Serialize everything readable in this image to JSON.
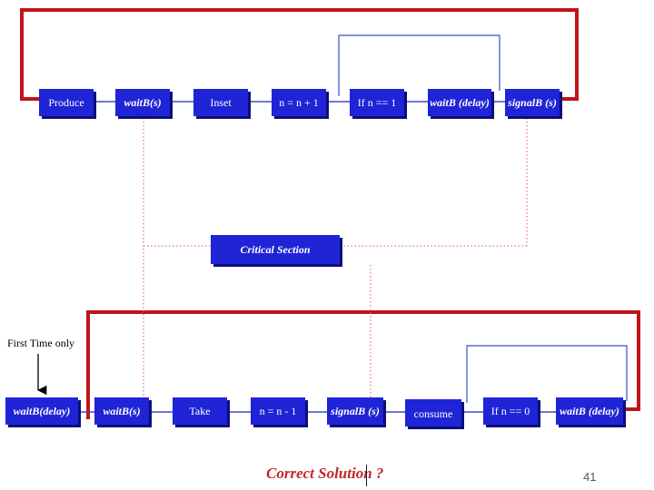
{
  "colors": {
    "node_fill": "#1f24d6",
    "node_shadow": "#0b0f7a",
    "loop_red": "#c0141a",
    "connector_blue": "#3b4cc7",
    "dotted_red": "#d85a5a",
    "caption_red": "#c0282c"
  },
  "producer": {
    "nodes": [
      {
        "label": "Produce",
        "italic": false
      },
      {
        "label": "waitB(s)",
        "italic": true
      },
      {
        "label": "Inset",
        "italic": false
      },
      {
        "label": "n = n + 1",
        "italic": false
      },
      {
        "label": "If n == 1",
        "italic": false
      },
      {
        "label": "waitB (delay)",
        "italic": true
      },
      {
        "label": "signalB (s)",
        "italic": true
      }
    ]
  },
  "critical": {
    "label": "Critical Section"
  },
  "consumer": {
    "nodes": [
      {
        "label": "waitB(delay)",
        "italic": true
      },
      {
        "label": "waitB(s)",
        "italic": true
      },
      {
        "label": "Take",
        "italic": false
      },
      {
        "label": "n = n - 1",
        "italic": false
      },
      {
        "label": "signalB (s)",
        "italic": true
      },
      {
        "label": "consume",
        "italic": false
      },
      {
        "label": "If n == 0",
        "italic": false
      },
      {
        "label": "waitB (delay)",
        "italic": true
      }
    ]
  },
  "first_time_label": "First Time only",
  "caption": "Correct Solution ?",
  "page_number": "41"
}
